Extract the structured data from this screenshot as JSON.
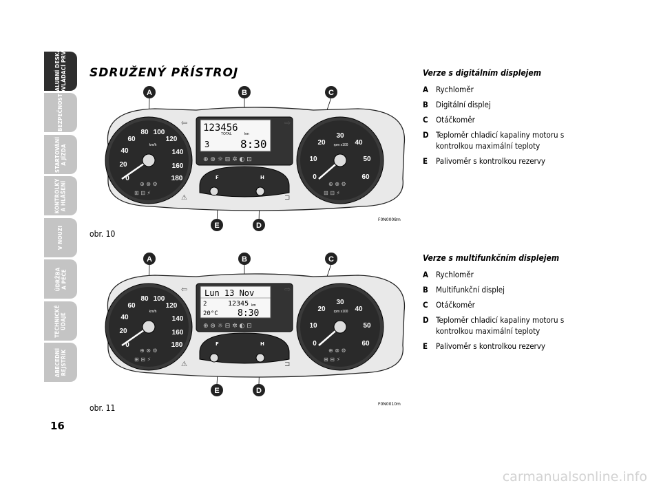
{
  "sidebar": {
    "tabs": [
      {
        "label": "PALUBNÍ DESKA\nA OVLÁDACÍ PRVKY",
        "active": true
      },
      {
        "label": "BEZPEČNOST",
        "active": false
      },
      {
        "label": "STARTOVÁNÍ\nA JÍZDA",
        "active": false
      },
      {
        "label": "KONTROLKY\nA HLÁŠENÍ",
        "active": false
      },
      {
        "label": "V NOUZI",
        "active": false
      },
      {
        "label": "ÚDRŽBA\nA PÉČE",
        "active": false
      },
      {
        "label": "TECHNICKÉ\nÚDAJE",
        "active": false
      },
      {
        "label": "ABECEDNÍ\nREJSTŘÍK",
        "active": false
      }
    ]
  },
  "page_number": "16",
  "title": "SDRUŽENÝ PŘÍSTROJ",
  "figures": [
    {
      "caption": "obr. 10",
      "code": "F0N0008m",
      "callouts": {
        "a": "A",
        "b": "B",
        "c": "C",
        "d": "D",
        "e": "E"
      },
      "display": {
        "line1": "123456",
        "line1_sub": "TOTAL",
        "line1_unit": "km",
        "line2_left": "3",
        "line2_right": "8:30"
      },
      "speedo": {
        "unit": "km/h",
        "ticks": [
          "0",
          "20",
          "40",
          "60",
          "80",
          "100",
          "120",
          "140",
          "160",
          "180"
        ]
      },
      "tacho": {
        "unit": "rpm x100",
        "ticks": [
          "0",
          "10",
          "20",
          "30",
          "40",
          "50",
          "60"
        ]
      },
      "small": {
        "fuel": "F",
        "temp": "H"
      }
    },
    {
      "caption": "obr. 11",
      "code": "F0N0010m",
      "callouts": {
        "a": "A",
        "b": "B",
        "c": "C",
        "d": "D",
        "e": "E"
      },
      "display": {
        "line1": "Lun 13 Nov",
        "line2_left": "2",
        "line2_mid": "12345",
        "line2_unit": "km",
        "line3_left": "20°C",
        "line3_right": "8:30"
      },
      "speedo": {
        "unit": "km/h",
        "ticks": [
          "0",
          "20",
          "40",
          "60",
          "80",
          "100",
          "120",
          "140",
          "160",
          "180"
        ]
      },
      "tacho": {
        "unit": "rpm x100",
        "ticks": [
          "0",
          "10",
          "20",
          "30",
          "40",
          "50",
          "60"
        ]
      },
      "small": {
        "fuel": "F",
        "temp": "H"
      }
    }
  ],
  "legends": [
    {
      "heading": "Verze s digitálním displejem",
      "items": [
        {
          "key": "A",
          "text": "Rychloměr"
        },
        {
          "key": "B",
          "text": "Digitální displej"
        },
        {
          "key": "C",
          "text": "Otáčkoměr"
        },
        {
          "key": "D",
          "text": "Teploměr chladicí kapaliny motoru s kontrolkou maximální teploty"
        },
        {
          "key": "E",
          "text": "Palivoměr s kontrolkou rezervy"
        }
      ]
    },
    {
      "heading": "Verze s multifunkčním displejem",
      "items": [
        {
          "key": "A",
          "text": "Rychloměr"
        },
        {
          "key": "B",
          "text": "Multifunkční displej"
        },
        {
          "key": "C",
          "text": "Otáčkoměr"
        },
        {
          "key": "D",
          "text": "Teploměr chladicí kapaliny motoru s kontrolkou maximální teploty"
        },
        {
          "key": "E",
          "text": "Palivoměr s kontrolkou rezervy"
        }
      ]
    }
  ],
  "footer": "carmanualsonline.info"
}
